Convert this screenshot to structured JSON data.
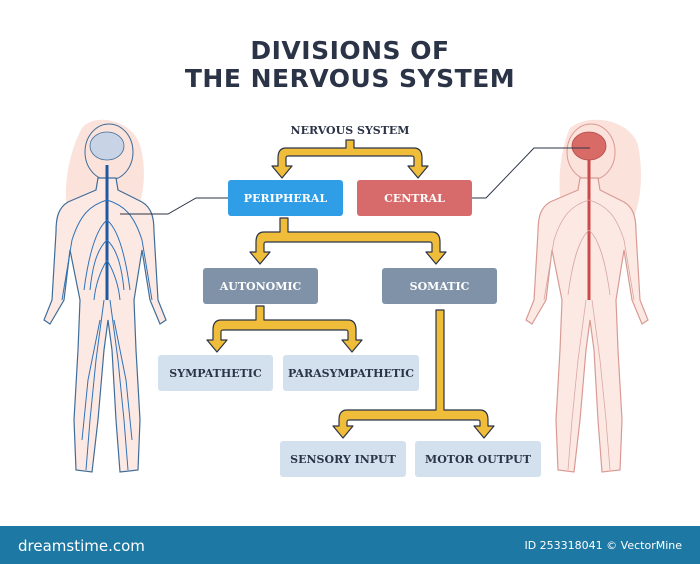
{
  "title_line1": "DIVISIONS OF",
  "title_line2": "THE NERVOUS SYSTEM",
  "root": "NERVOUS SYSTEM",
  "nodes": {
    "peripheral": "PERIPHERAL",
    "central": "CENTRAL",
    "autonomic": "AUTONOMIC",
    "somatic": "SOMATIC",
    "sympathetic": "SYMPATHETIC",
    "parasympathetic": "PARASYMPATHETIC",
    "sensory": "SENSORY INPUT",
    "motor": "MOTOR OUTPUT"
  },
  "footer": {
    "brand": "dreamstime.com",
    "credit": "ID 253318041 © VectorMine"
  },
  "colors": {
    "arrow": "#f0bd3a",
    "peripheral": "#2f9ee6",
    "central": "#d76a6b",
    "mid": "#7f92a8",
    "leaf": "#d3e1ef",
    "footer": "#1d78a3"
  }
}
